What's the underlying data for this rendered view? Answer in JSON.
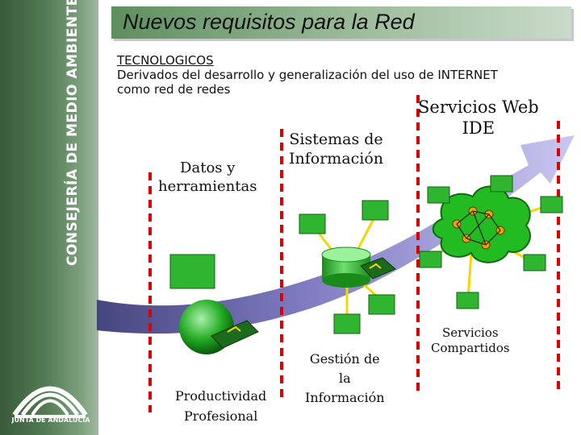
{
  "sidebar": {
    "org_name": "CONSEJERÍA DE MEDIO AMBIENTE",
    "logo_caption": "JUNTA DE ANDALUCIA"
  },
  "slide": {
    "title": "Nuevos requisitos para la Red",
    "intro": {
      "heading": "TECNOLOGICOS",
      "line1": "Derivados del desarrollo y generalización del uso de INTERNET",
      "line2": "como red de redes"
    }
  },
  "diagram": {
    "labels": {
      "datos": [
        "Datos y",
        "herramientas"
      ],
      "sistemas": [
        "Sistemas de",
        "Información"
      ],
      "servicios_web": [
        "Servicios Web",
        "IDE"
      ],
      "productividad": [
        "Productividad",
        "Profesional"
      ],
      "gestion": [
        "Gestión de",
        "la",
        "Información"
      ],
      "servicios_compartidos": [
        "Servicios",
        "Compartidos"
      ]
    },
    "colors": {
      "box": "#33b833",
      "arrow": "#8c86c8",
      "connector": "#f2d700",
      "divider": "#dd0000",
      "cloud": "#22bb22"
    }
  }
}
